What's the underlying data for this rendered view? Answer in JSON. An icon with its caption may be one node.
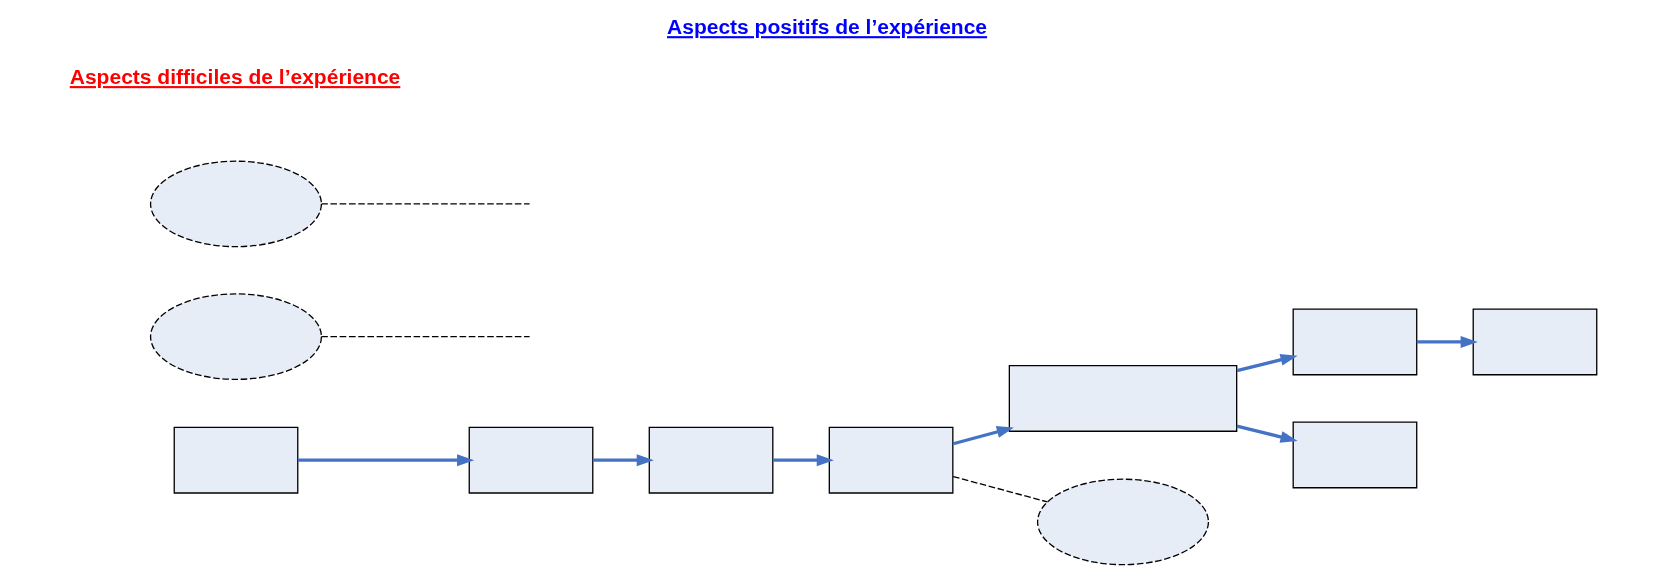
{
  "diagram": {
    "title": "Aspects positifs de l’expérience",
    "nodes": [
      {
        "text": [],
        "shape": "box"
      },
      {
        "text": [],
        "shape": "box"
      },
      {
        "text": [],
        "shape": "box"
      },
      {
        "text": [],
        "shape": "box"
      },
      {
        "text": [],
        "shape": "box"
      },
      {
        "text": [],
        "shape": "box"
      },
      {
        "text": [],
        "shape": "box"
      },
      {
        "text": [],
        "shape": "box"
      },
      {
        "text": [],
        "shape": "ellipse"
      },
      {
        "text": [],
        "shape": "ellipse"
      },
      {
        "text": [],
        "shape": "ellipse"
      }
    ],
    "edges": [
      {
        "from": 0,
        "to": 1,
        "arrow": "to"
      },
      {
        "from": 1,
        "to": 2,
        "arrow": "to"
      },
      {
        "from": 2,
        "to": 3,
        "arrow": "to"
      },
      {
        "from": 3,
        "to": 4,
        "arrow": "to"
      },
      {
        "from": 4,
        "to": 5,
        "arrow": "to"
      },
      {
        "from": 4,
        "to": 6,
        "arrow": "to"
      },
      {
        "from": 5,
        "to": 7,
        "arrow": "to"
      },
      {
        "from": 8,
        "to": null,
        "arrow": "none",
        "style": "dashed",
        "color": "#000000"
      },
      {
        "from": 9,
        "to": null,
        "arrow": "none",
        "style": "dashed",
        "color": "#000000"
      },
      {
        "from": 3,
        "to": 10,
        "arrow": "none",
        "style": "dashed",
        "color": "#000000"
      }
    ],
    "labels": [
      "Aspects difficiles de l’expérience"
    ]
  }
}
